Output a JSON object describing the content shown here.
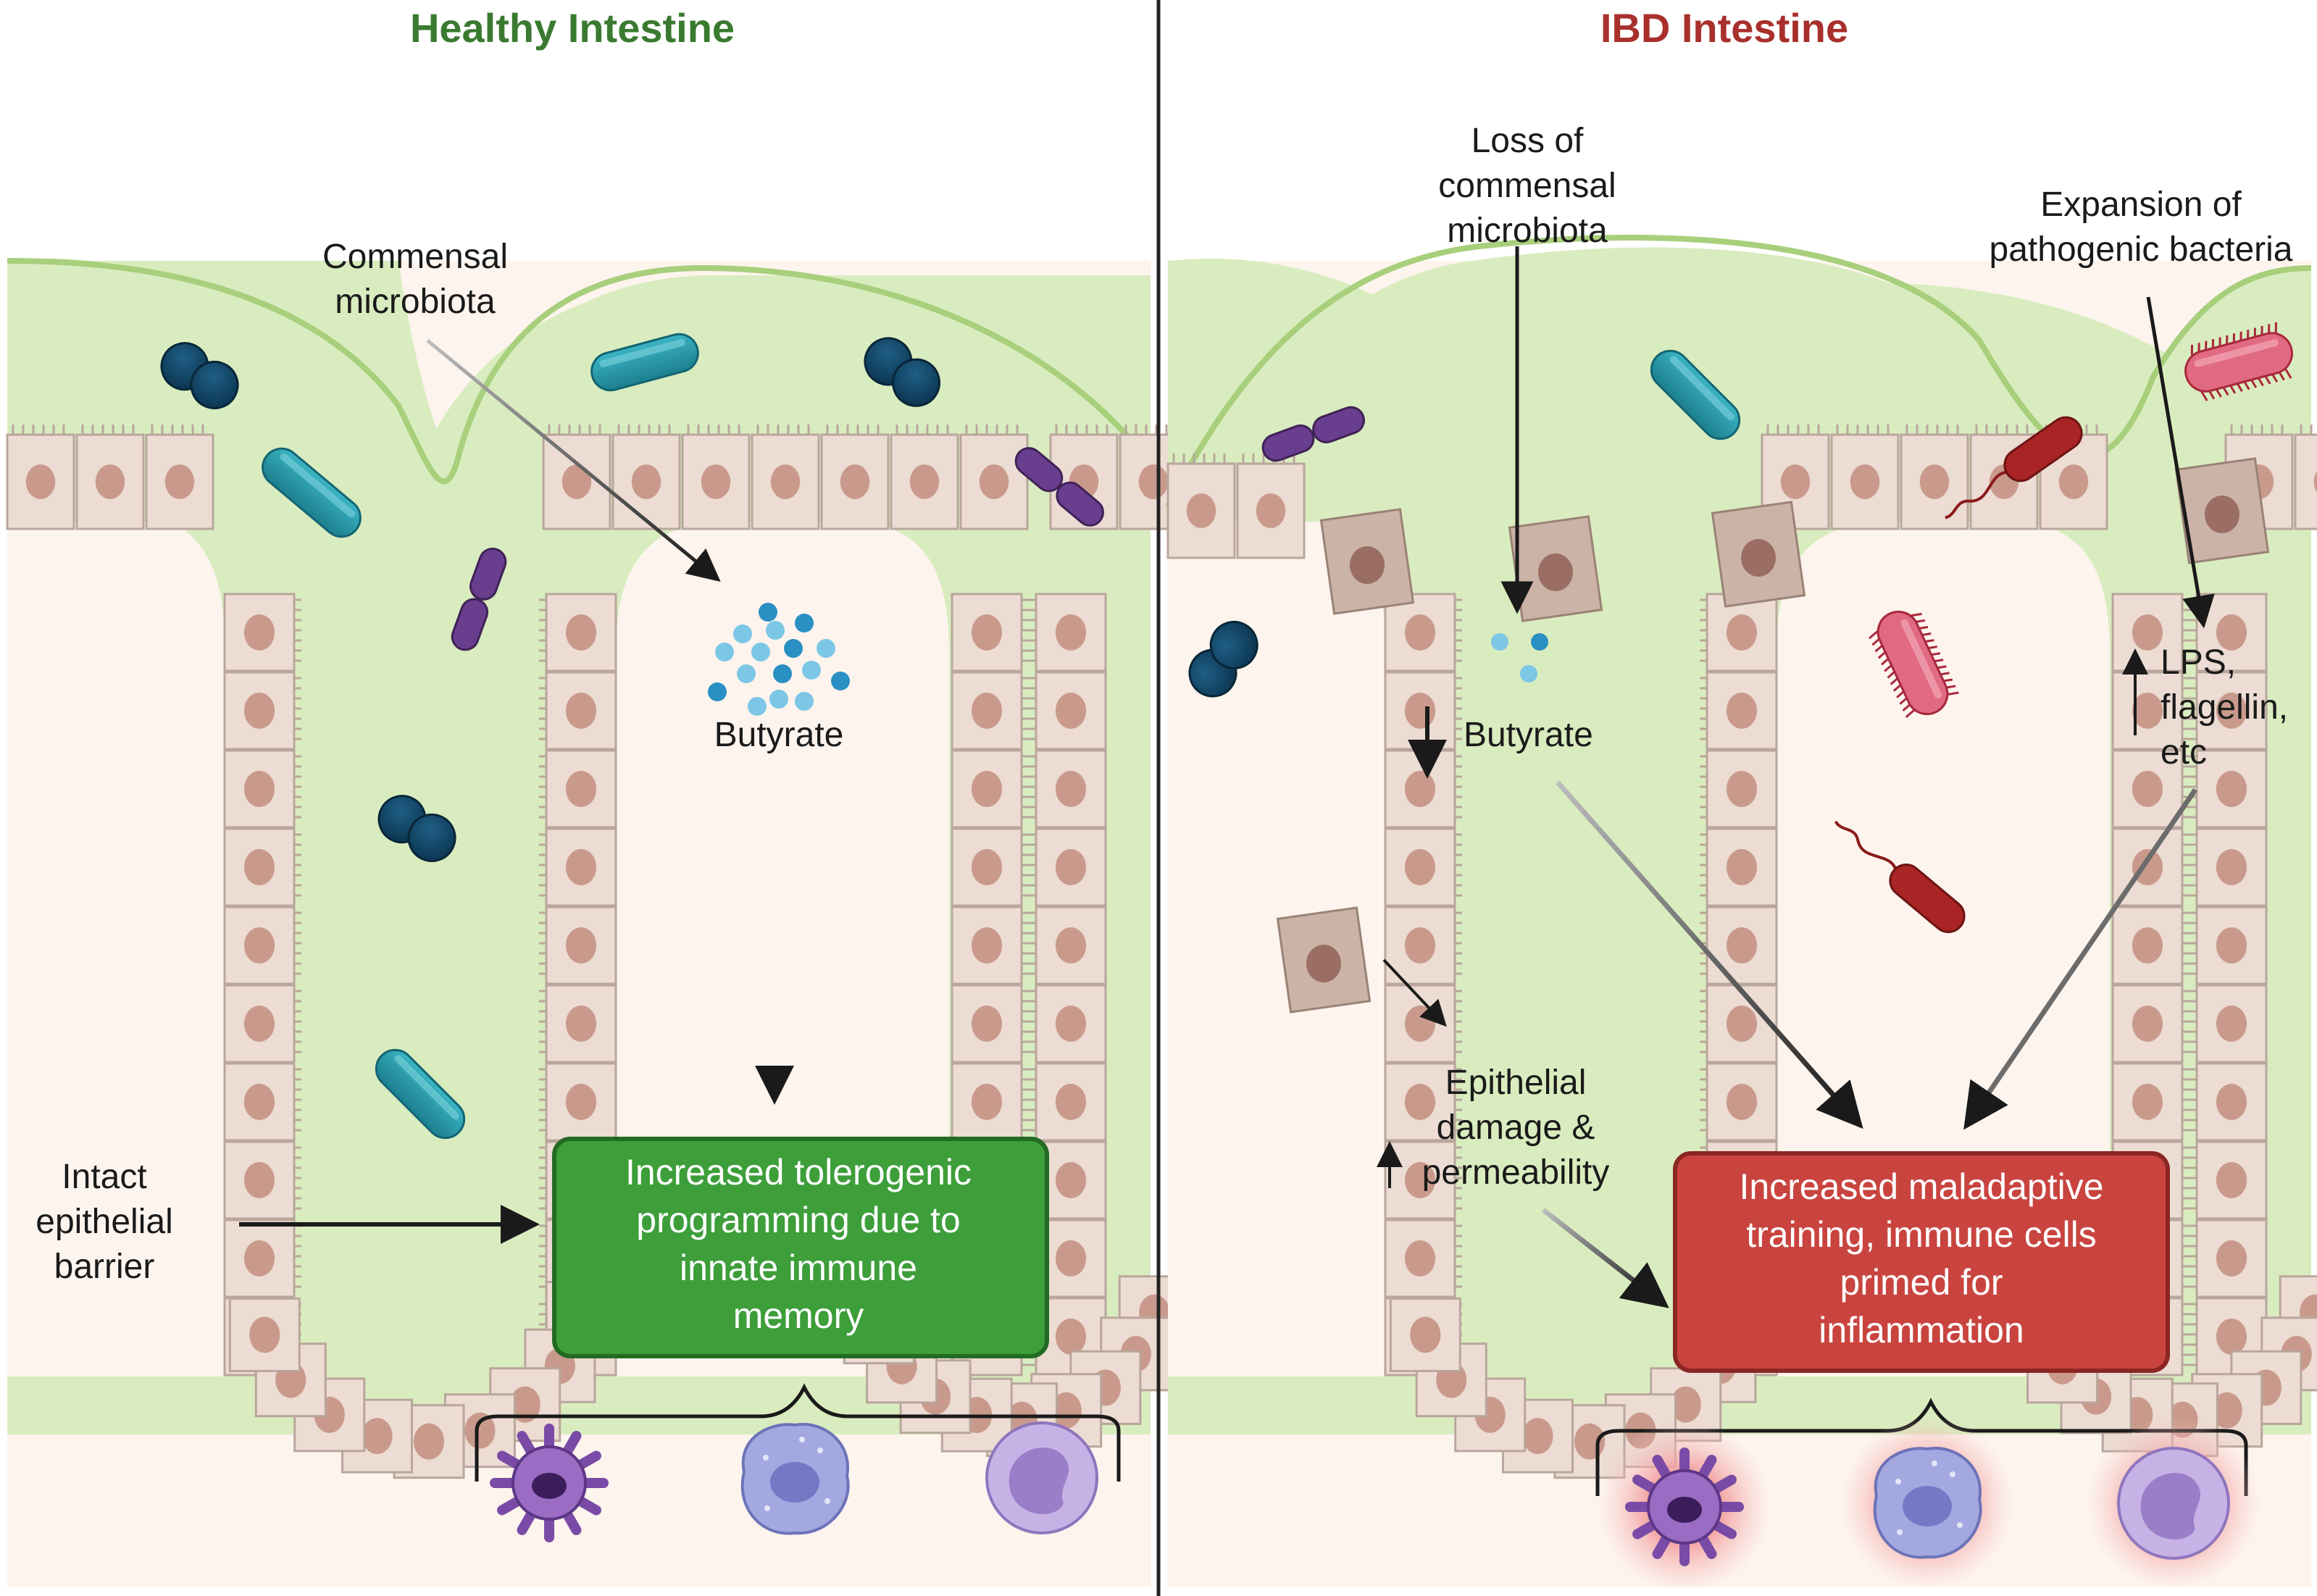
{
  "panels": {
    "healthy": {
      "title": "Healthy Intestine",
      "title_color": "#3a7a30",
      "labels": {
        "commensal": [
          "Commensal",
          "microbiota"
        ],
        "butyrate": "Butyrate",
        "barrier": [
          "Intact",
          "epithelial",
          "barrier"
        ]
      },
      "box": {
        "lines": [
          "Increased tolerogenic",
          "programming due to",
          "innate immune",
          "memory"
        ],
        "fill": "#3d9e3a",
        "stroke": "#236a22"
      }
    },
    "ibd": {
      "title": "IBD Intestine",
      "title_color": "#a8302c",
      "labels": {
        "loss": [
          "Loss of",
          "commensal",
          "microbiota"
        ],
        "expansion": [
          "Expansion of",
          "pathogenic bacteria"
        ],
        "butyrate": "Butyrate",
        "lps": [
          "LPS,",
          "flagellin,",
          "etc"
        ],
        "damage": [
          "Epithelial",
          "damage &",
          "permeability"
        ]
      },
      "box": {
        "lines": [
          "Increased maladaptive",
          "training, immune cells",
          "primed for",
          "inflammation"
        ],
        "fill": "#c9443f",
        "stroke": "#8a2623"
      }
    }
  },
  "colors": {
    "lumen": "#d9ecbf",
    "lumen_edge": "#a8cf7c",
    "epithelium": "#ecdcd3",
    "cell_border": "#b9a69c",
    "nucleus": "#c99a8c",
    "tissue": "#fdf4ee",
    "divider": "#222222"
  },
  "icons": {
    "bacteria": [
      "diplococcus-icon",
      "rod-bacterium-icon",
      "chain-bacterium-icon",
      "pathogenic-bacterium-icon",
      "flagellated-bacterium-icon"
    ],
    "immune_cells": [
      "dendritic-cell-icon",
      "macrophage-icon",
      "monocyte-icon"
    ]
  }
}
